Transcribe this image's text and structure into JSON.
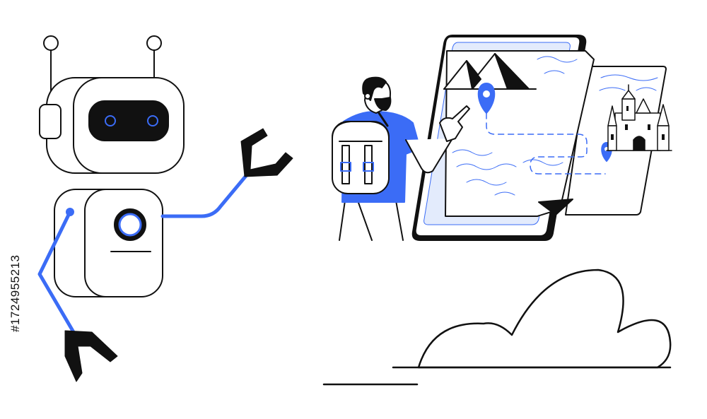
{
  "image": {
    "side_id": "#1724955213"
  },
  "palette": {
    "accent": "#3b6cf6",
    "accent_light": "#e3ebfc",
    "ink": "#111111",
    "paper": "#ffffff"
  },
  "icons": {
    "robot": "robot-figure",
    "traveler": "traveler-with-backpack",
    "map": "folded-map-tablet",
    "castle": "castle-icon",
    "pin": "location-pin-icon",
    "cloud": "cloud-shape"
  }
}
